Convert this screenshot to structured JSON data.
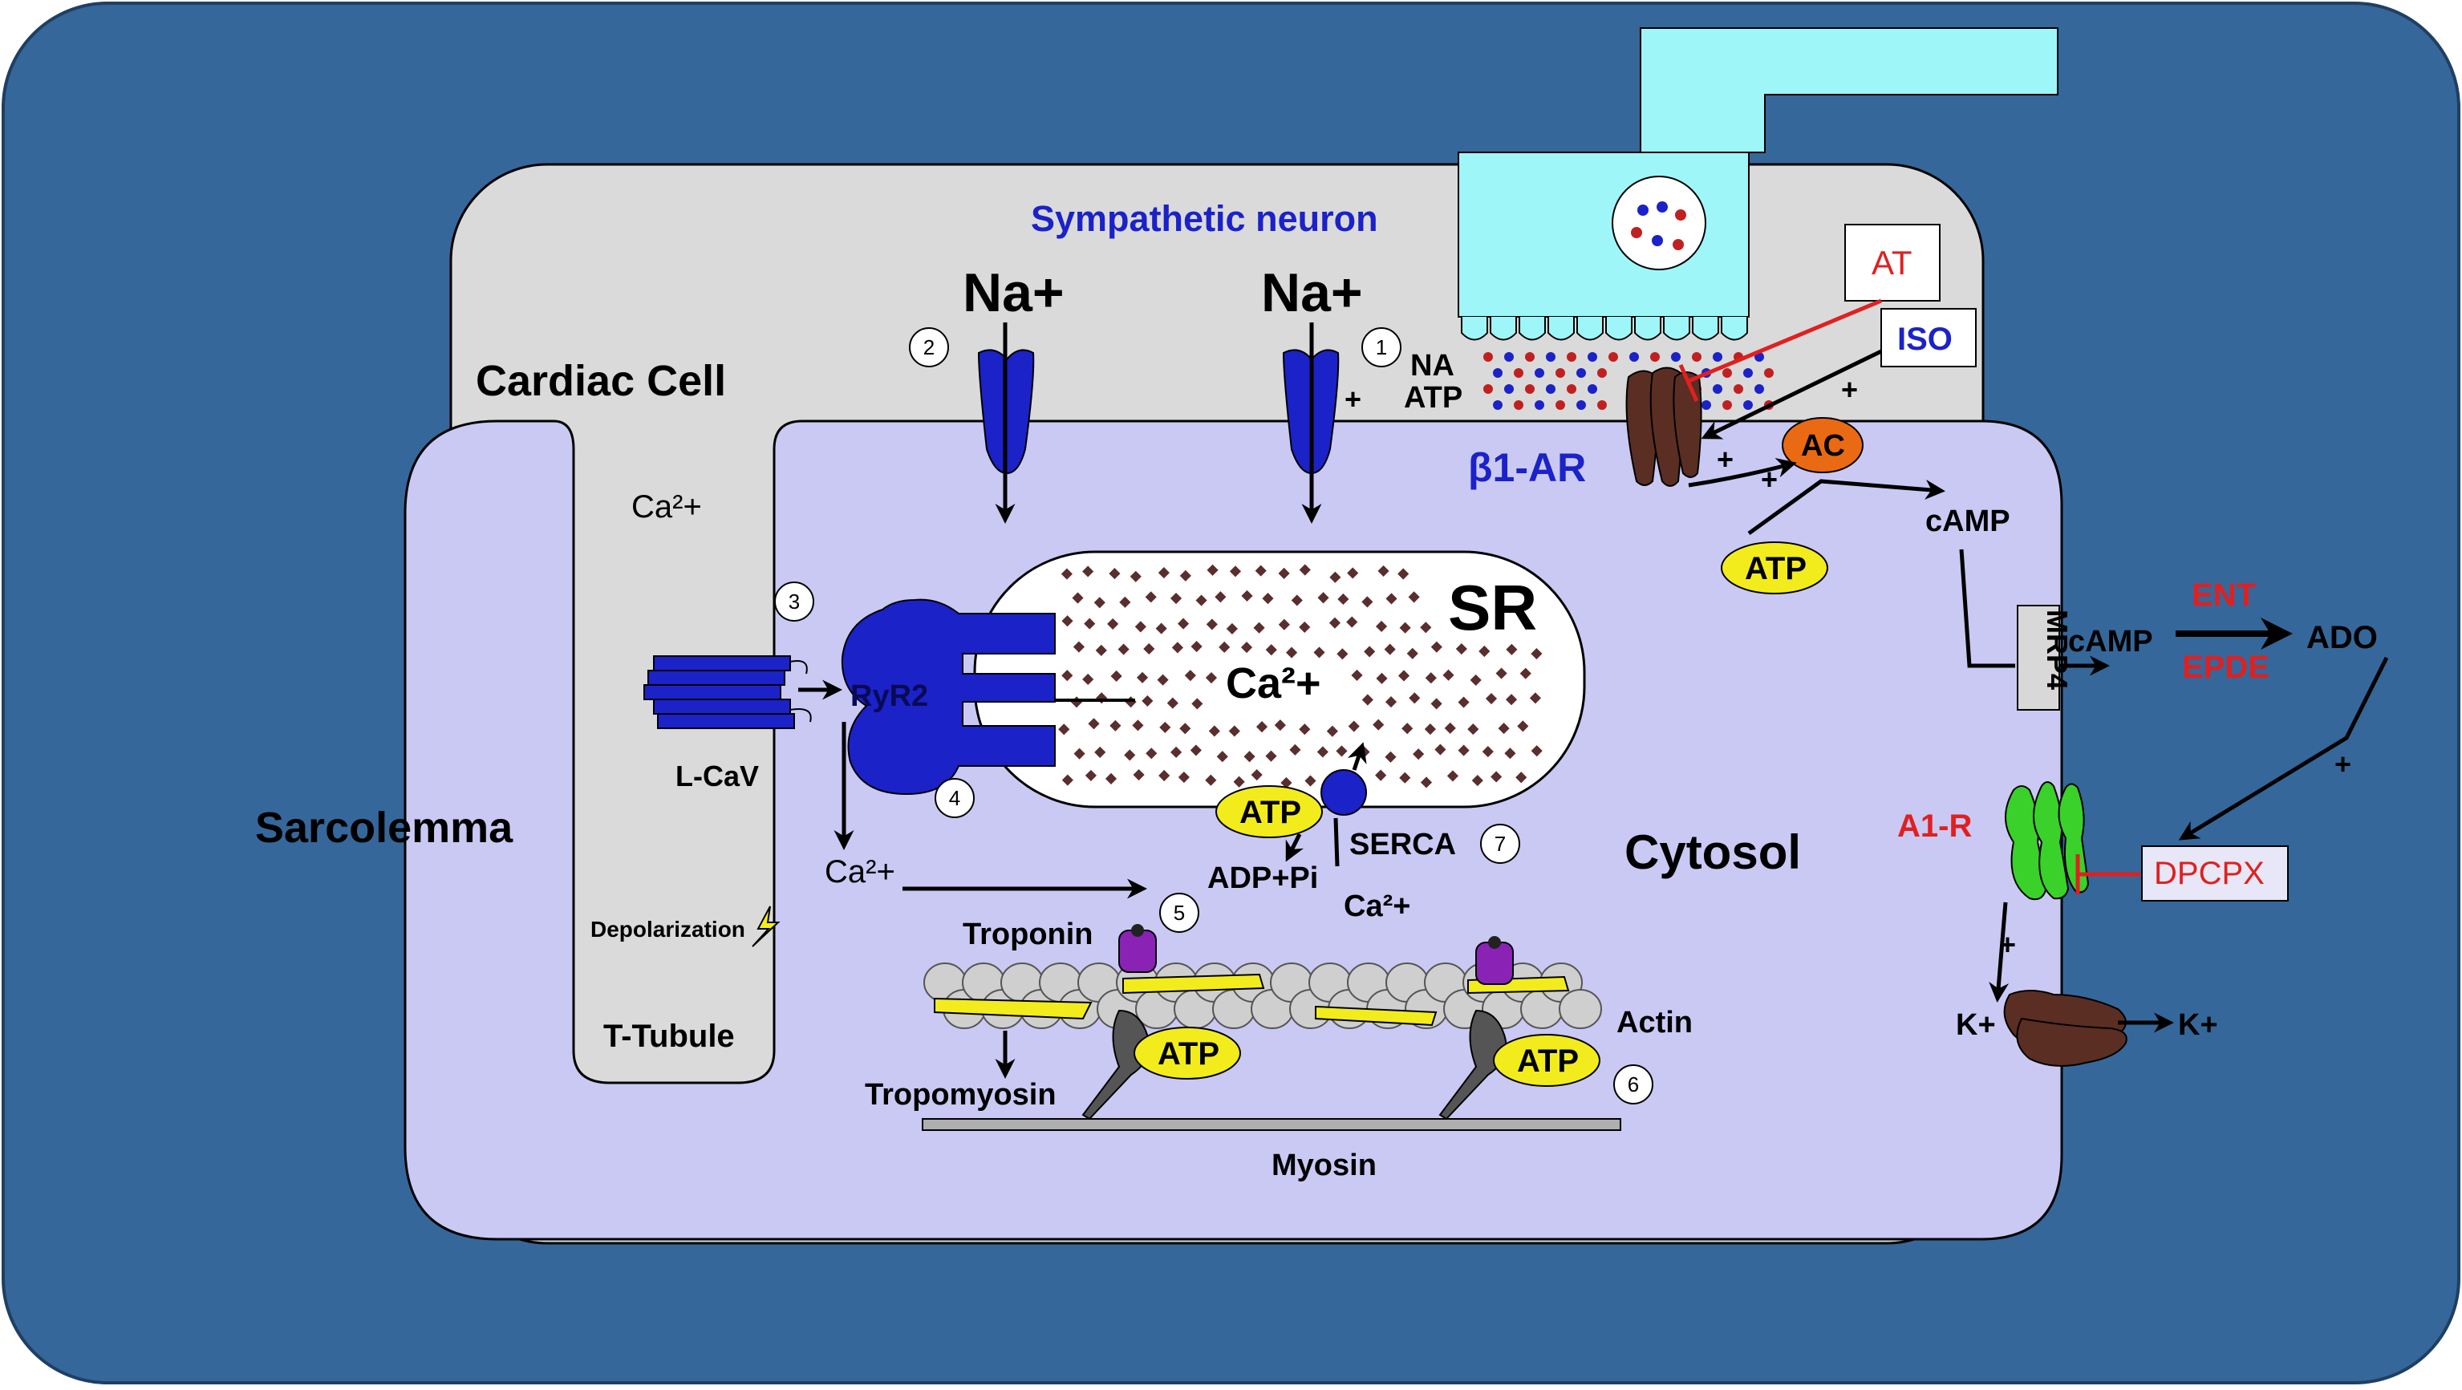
{
  "colors": {
    "background": "#35679A",
    "cell": "#DADADA",
    "cytosol": "#C9C9F3",
    "neuron": "#9EF6F8",
    "channel_blue": "#1B22C8",
    "receptor_brown": "#5A2E22",
    "a1r_green": "#39D12A",
    "ac_orange": "#E96A12",
    "atp_yellow": "#F2EC1C",
    "inhibitor_red": "#E02020",
    "troponin_purple": "#8A22B5"
  },
  "labels": {
    "sympathetic_neuron": "Sympathetic neuron",
    "cardiac_cell": "Cardiac Cell",
    "sarcolemma": "Sarcolemma",
    "t_tubule": "T-Tubule",
    "cytosol": "Cytosol",
    "sr": "SR",
    "sr_ca": "Ca²+",
    "na_left": "Na+",
    "na_right": "Na+",
    "ca_ttubule": "Ca²+",
    "ca_release": "Ca²+",
    "ca_serca": "Ca²+",
    "lcav": "L-CaV",
    "depolarization": "Depolarization",
    "ryr2": "RyR2",
    "serca": "SERCA",
    "adp_pi": "ADP+Pi",
    "troponin": "Troponin",
    "tropomyosin": "Tropomyosin",
    "actin": "Actin",
    "myosin": "Myosin",
    "na": "NA",
    "atp_small": "ATP",
    "beta1_ar": "β1-AR",
    "ac": "AC",
    "camp_in": "cAMP",
    "camp_out": "cAMP",
    "mrp4": "MRP4",
    "ent": "ENT",
    "epde": "EPDE",
    "ado": "ADO",
    "a1r": "A1-R",
    "dpcpx": "DPCPX",
    "at": "AT",
    "iso": "ISO",
    "k_in": "K+",
    "k_out": "K+",
    "atp_camp": "ATP",
    "atp_serca": "ATP",
    "atp_myo1": "ATP",
    "atp_myo2": "ATP",
    "plus": "+"
  },
  "steps": [
    "1",
    "2",
    "3",
    "4",
    "5",
    "6",
    "7"
  ]
}
